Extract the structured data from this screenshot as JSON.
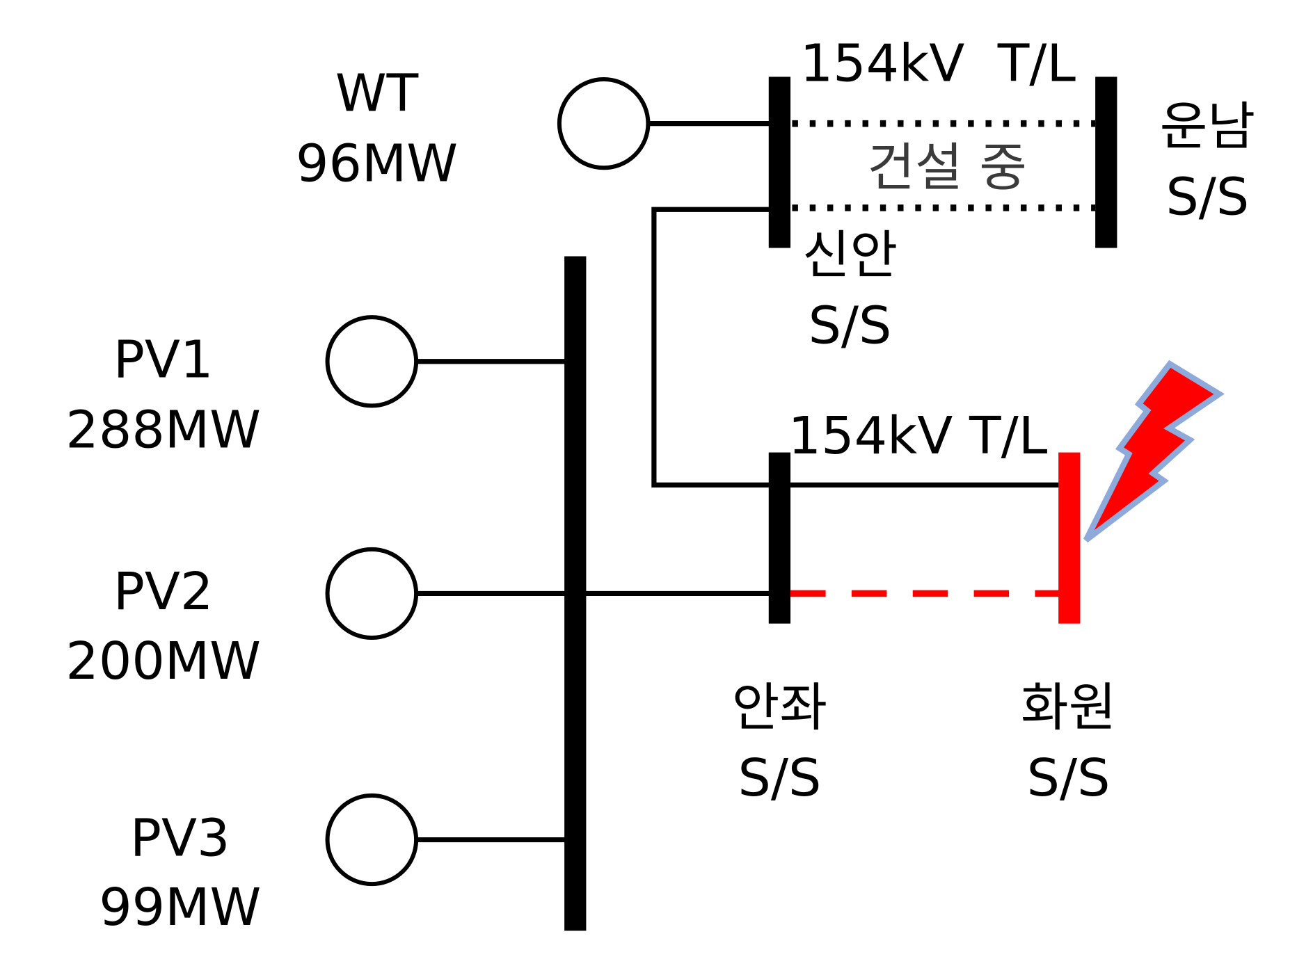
{
  "diagram": {
    "title": "",
    "generators": [
      {
        "id": "WT",
        "name": "WT",
        "capacity": "96MW"
      },
      {
        "id": "PV1",
        "name": "PV1",
        "capacity": "288MW"
      },
      {
        "id": "PV2",
        "name": "PV2",
        "capacity": "200MW"
      },
      {
        "id": "PV3",
        "name": "PV3",
        "capacity": "99MW"
      }
    ],
    "substations": {
      "sinan": {
        "name": "신안",
        "suffix": "S/S"
      },
      "unnam": {
        "name": "운남",
        "suffix": "S/S"
      },
      "anjwa": {
        "name": "안좌",
        "suffix": "S/S"
      },
      "hwawon": {
        "name": "화원",
        "suffix": "S/S"
      }
    },
    "lines": {
      "top_label": "154kV  T/L",
      "top_status": "건설 중",
      "bottom_label": "154kV T/L"
    },
    "colors": {
      "normal": "#000000",
      "fault": "#ff0000",
      "fault_outline": "#8eaadb",
      "construction_text": "#3a3a3a"
    }
  }
}
